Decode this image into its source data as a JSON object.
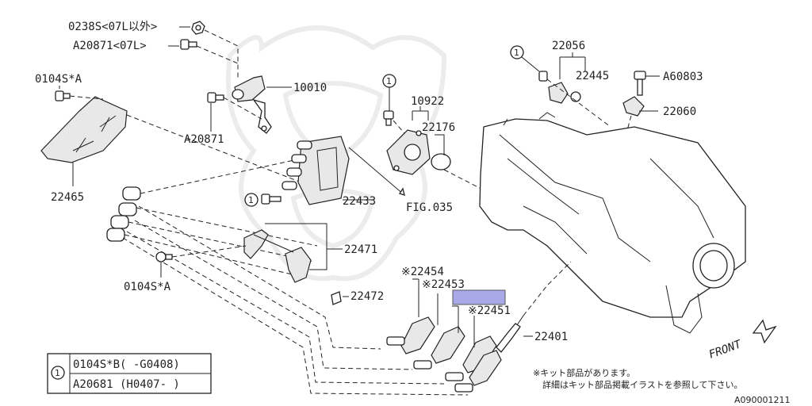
{
  "labels": {
    "p0238s": "0238S<07L以外>",
    "a20871_07l": "A20871<07L>",
    "p0104s_a_top": "0104S*A",
    "p10010": "10010",
    "a20871": "A20871",
    "p22465": "22465",
    "p10922": "10922",
    "p22176": "22176",
    "p22056": "22056",
    "p22445": "22445",
    "a60803": "A60803",
    "p22060": "22060",
    "p22433": "22433",
    "fig035": "FIG.035",
    "p22471": "22471",
    "p0104s_a_bottom": "0104S*A",
    "p22472": "22472",
    "p22454": "※22454",
    "p22453": "※22453",
    "p22451": "※22451",
    "p22401": "22401",
    "front": "FRONT",
    "circle1": "1"
  },
  "legend": {
    "marker": "1",
    "row1": "0104S*B( -G0408)",
    "row2": "A20681 (H0407- )"
  },
  "notes": {
    "line1": "※キット部品があります。",
    "line2": "詳細はキット部品掲載イラストを参照して下さい。"
  },
  "figure_code": "A090001211",
  "colors": {
    "highlight": "#a9a9e8",
    "ink": "#222222"
  }
}
